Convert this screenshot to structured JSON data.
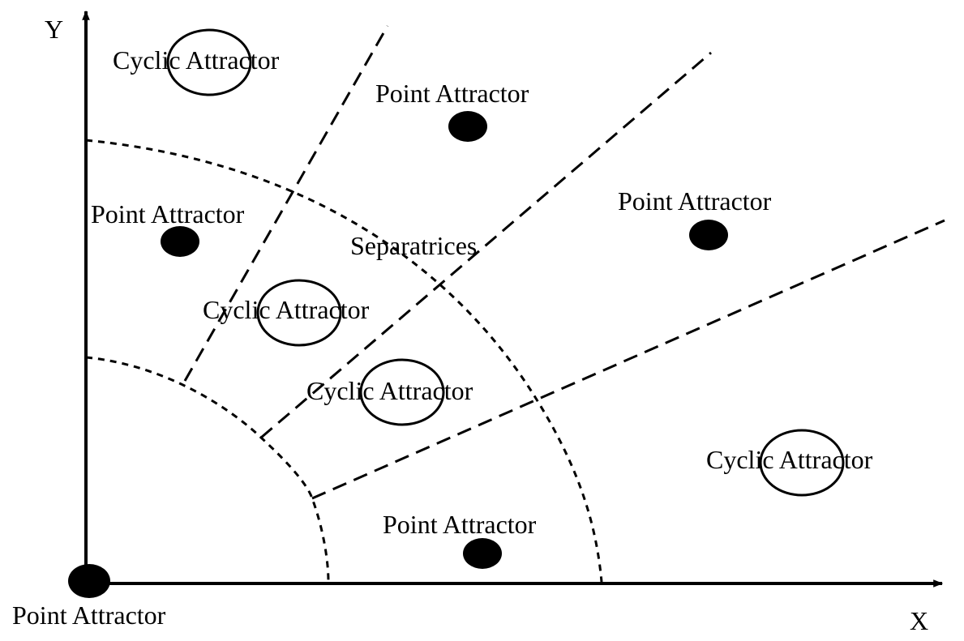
{
  "axes": {
    "x_label": "X",
    "y_label": "Y"
  },
  "separatrices_label": "Separatrices",
  "attractors": {
    "cyclic_top_left": "Cyclic Attractor",
    "point_top_middle": "Point Attractor",
    "point_left": "Point Attractor",
    "point_right": "Point Attractor",
    "cyclic_center_left": "Cyclic Attractor",
    "cyclic_center": "Cyclic Attractor",
    "cyclic_right": "Cyclic Attractor",
    "point_bottom": "Point Attractor",
    "point_origin": "Point Attractor"
  },
  "colors": {
    "ink": "#000000",
    "background": "#ffffff"
  }
}
